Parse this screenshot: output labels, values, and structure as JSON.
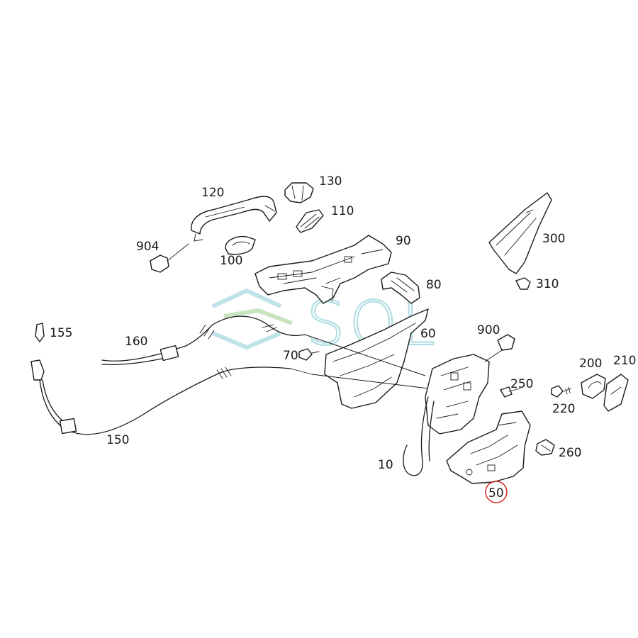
{
  "watermark": {
    "text": "SOL",
    "accent_color": "#9ad4dc"
  },
  "highlight_color": "#d62222",
  "callouts": {
    "p120": "120",
    "p130": "130",
    "p110": "110",
    "p904": "904",
    "p100": "100",
    "p90": "90",
    "p300": "300",
    "p310": "310",
    "p80": "80",
    "p155": "155",
    "p160": "160",
    "p60": "60",
    "p900": "900",
    "p70": "70",
    "p200": "200",
    "p210": "210",
    "p250": "250",
    "p220": "220",
    "p150": "150",
    "p260": "260",
    "p10": "10",
    "p50": "50"
  }
}
